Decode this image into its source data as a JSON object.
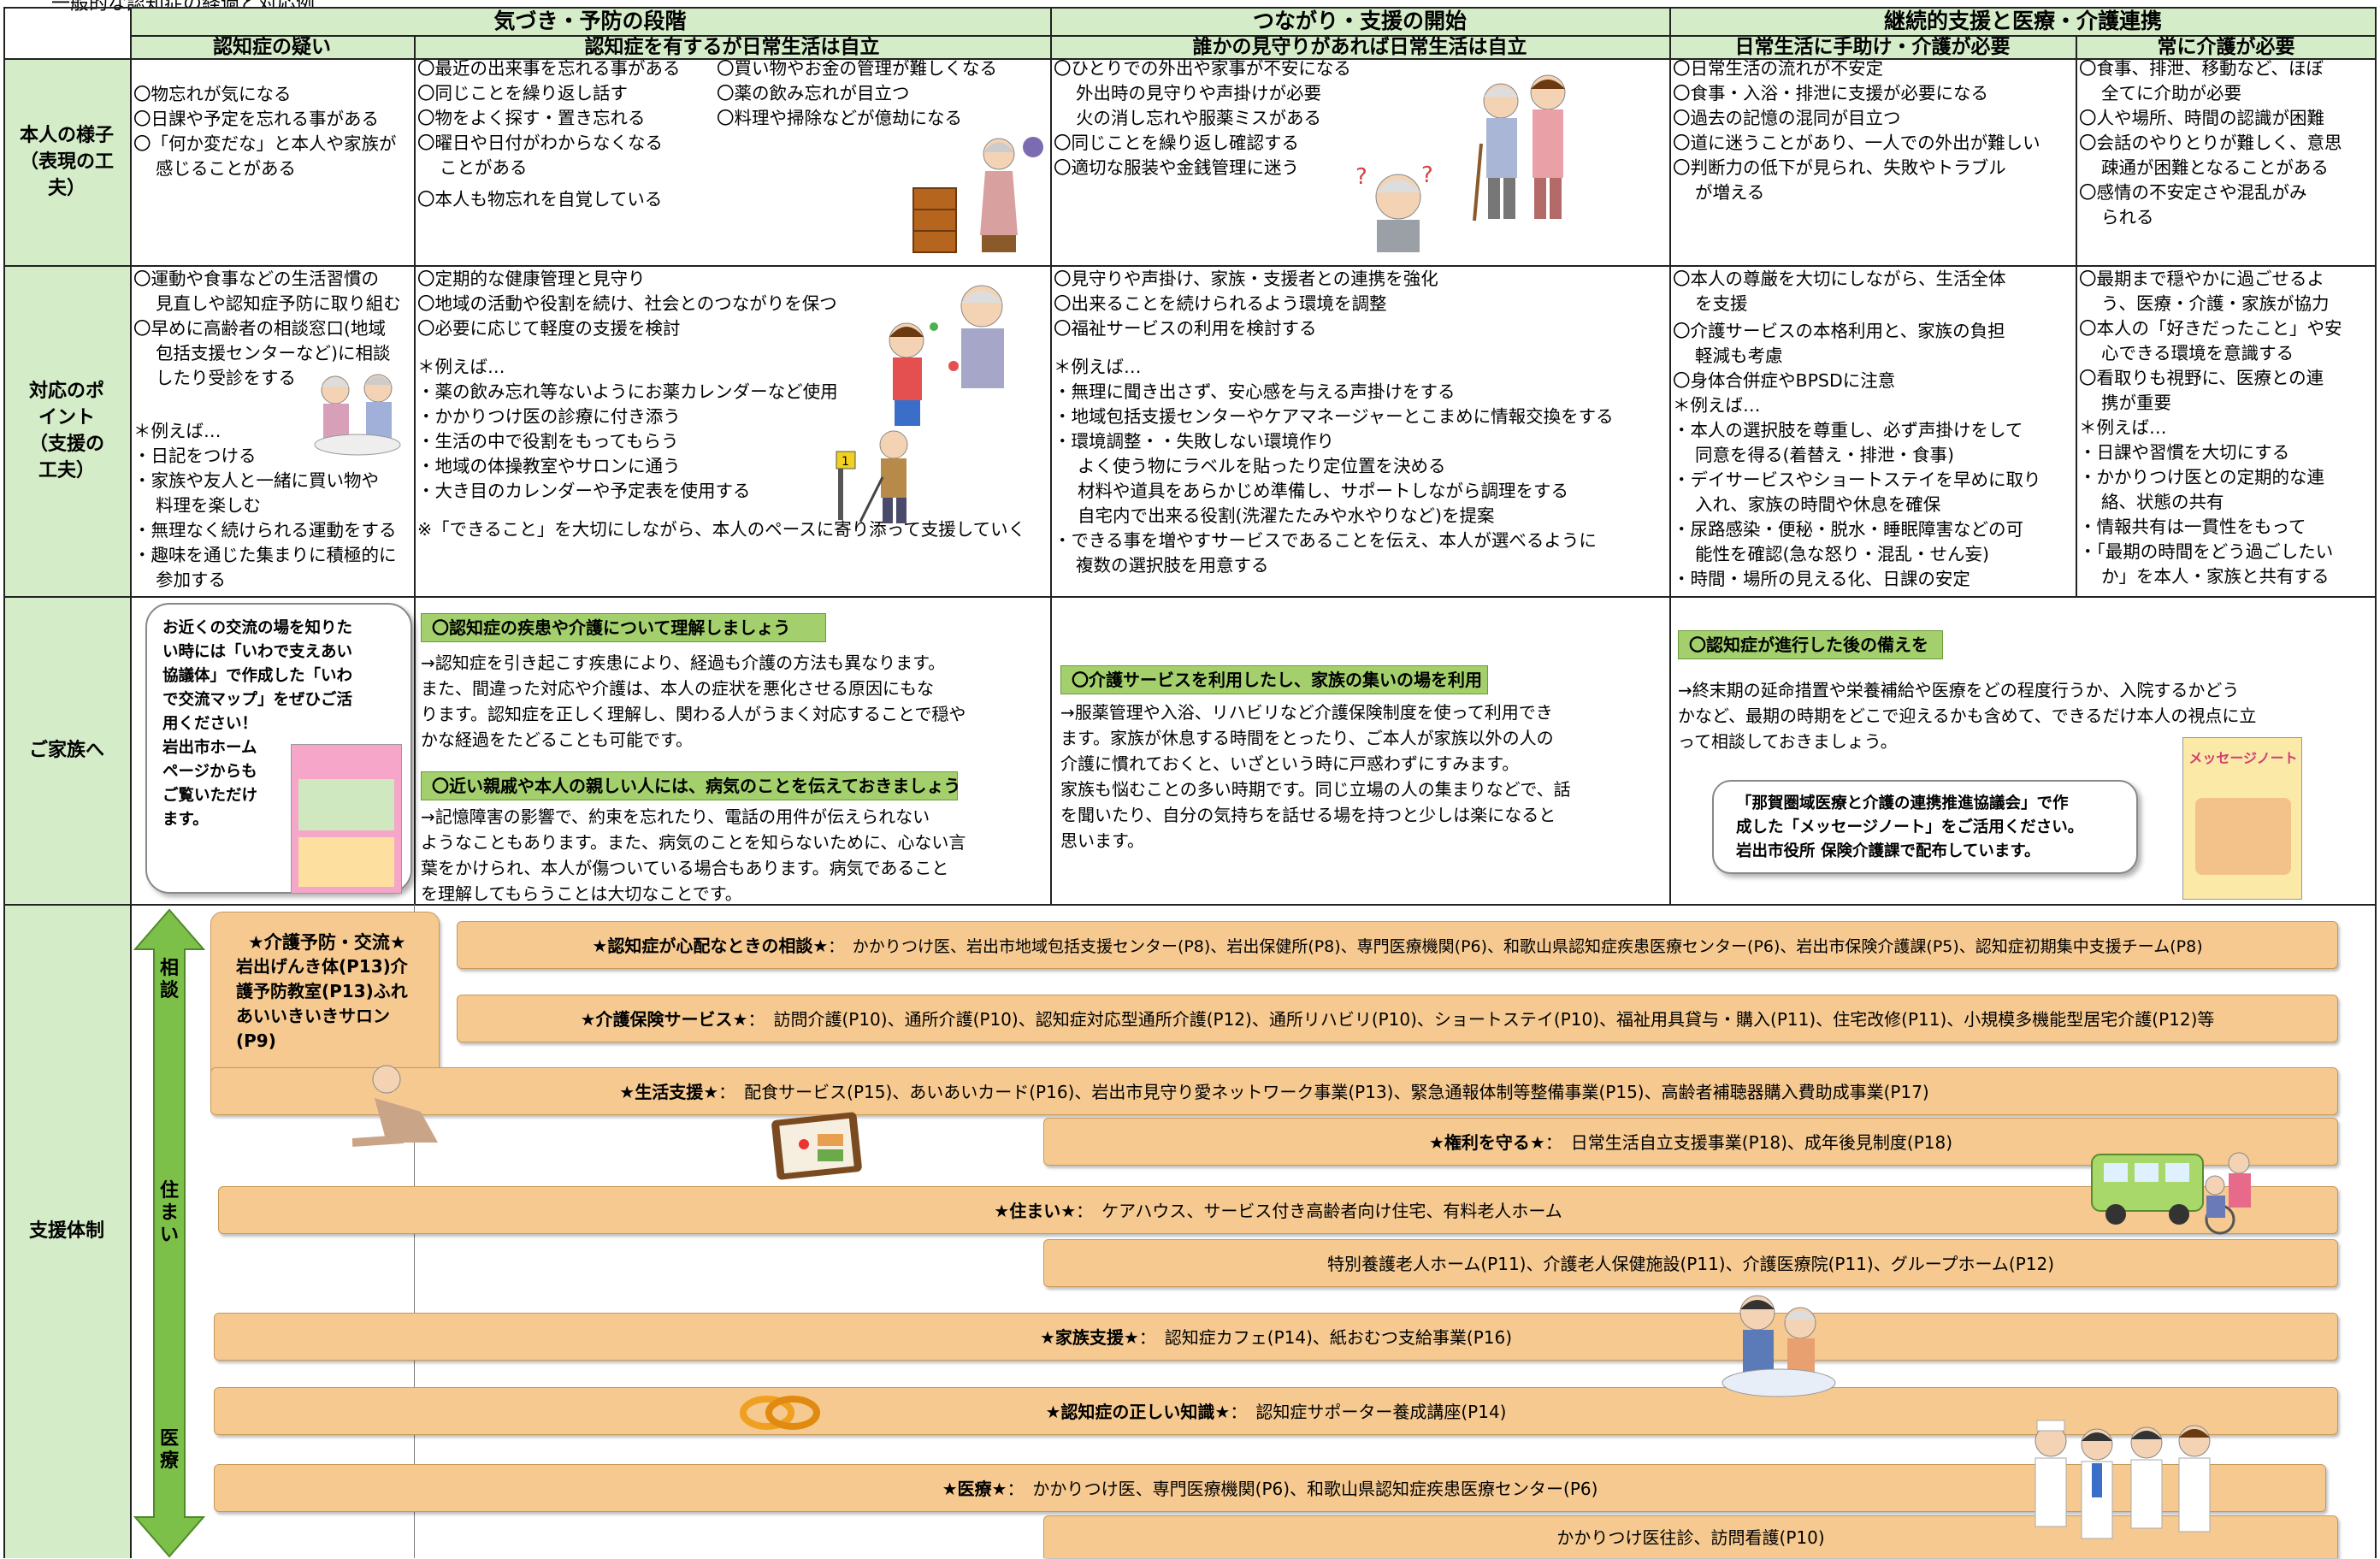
{
  "top_note": "一般的な認知症の経過と対応例",
  "header": {
    "stage1": "気づき・予防の段階",
    "stage2": "つながり・支援の開始",
    "stage3": "継続的支援と医療・介護連携",
    "sub1": "認知症の疑い",
    "sub2": "認知症を有するが日常生活は自立",
    "sub3": "誰かの見守りがあれば日常生活は自立",
    "sub4": "日常生活に手助け・介護が必要",
    "sub5": "常に介護が必要"
  },
  "rows": {
    "r1": "本人の様子（表現の工夫）",
    "r2": "対応のポイント（支援の工夫）",
    "r3": "ご家族へ",
    "r4": "支援体制"
  },
  "state": {
    "c1": [
      "〇物忘れが気になる",
      "〇日課や予定を忘れる事がある",
      "〇「何か変だな」と本人や家族が",
      "感じることがある"
    ],
    "c2a": [
      "〇最近の出来事を忘れる事がある",
      "〇同じことを繰り返し話す",
      "〇物をよく探す・置き忘れる",
      "〇曜日や日付がわからなくなる",
      "ことがある",
      "〇本人も物忘れを自覚している"
    ],
    "c2b": [
      "〇買い物やお金の管理が難しくなる",
      "〇薬の飲み忘れが目立つ",
      "〇料理や掃除などが億劫になる"
    ],
    "c3": [
      "〇ひとりでの外出や家事が不安になる",
      "外出時の見守りや声掛けが必要",
      "火の消し忘れや服薬ミスがある",
      "〇同じことを繰り返し確認する",
      "〇適切な服装や金銭管理に迷う"
    ],
    "c4": [
      "〇日常生活の流れが不安定",
      "〇食事・入浴・排泄に支援が必要になる",
      "〇過去の記憶の混同が目立つ",
      "〇道に迷うことがあり、一人での外出が難しい",
      "〇判断力の低下が見られ、失敗やトラブル",
      "が増える"
    ],
    "c5": [
      "〇食事、排泄、移動など、ほぼ",
      "全てに介助が必要",
      "〇人や場所、時間の認識が困難",
      "〇会話のやりとりが難しく、意思",
      "疎通が困難となることがある",
      "〇感情の不安定さや混乱がみ",
      "られる"
    ]
  },
  "point": {
    "c1": [
      "〇運動や食事などの生活習慣の",
      "見直しや認知症予防に取り組む",
      "〇早めに高齢者の相談窓口(地域",
      "包括支援センターなど)に相談",
      "したり受診をする",
      "＊例えば…",
      "・日記をつける",
      "・家族や友人と一緒に買い物や",
      "料理を楽しむ",
      "・無理なく続けられる運動をする",
      "・趣味を通じた集まりに積極的に",
      "参加する"
    ],
    "c2": [
      "〇定期的な健康管理と見守り",
      "〇地域の活動や役割を続け、社会とのつながりを保つ",
      "〇必要に応じて軽度の支援を検討",
      "＊例えば…",
      "・薬の飲み忘れ等ないようにお薬カレンダーなど使用",
      "・かかりつけ医の診療に付き添う",
      "・生活の中で役割をもってもらう",
      "・地域の体操教室やサロンに通う",
      "・大き目のカレンダーや予定表を使用する",
      "※「できること」を大切にしながら、本人のペースに寄り添って支援していく"
    ],
    "c3": [
      "〇見守りや声掛け、家族・支援者との連携を強化",
      "〇出来ることを続けられるよう環境を調整",
      "〇福祉サービスの利用を検討する",
      "＊例えば…",
      "・無理に聞き出さず、安心感を与える声掛けをする",
      "・地域包括支援センターやケアマネージャーとこまめに情報交換をする",
      "・環境調整・・失敗しない環境作り",
      "よく使う物にラベルを貼ったり定位置を決める",
      "材料や道具をあらかじめ準備し、サポートしながら調理をする",
      "自宅内で出来る役割(洗濯たたみや水やりなど)を提案",
      "・できる事を増やすサービスであることを伝え、本人が選べるように",
      "複数の選択肢を用意する"
    ],
    "c4": [
      "〇本人の尊厳を大切にしながら、生活全体",
      "を支援",
      "〇介護サービスの本格利用と、家族の負担",
      "軽減も考慮",
      "〇身体合併症やBPSDに注意",
      "＊例えば…",
      "・本人の選択肢を尊重し、必ず声掛けをして",
      "同意を得る(着替え・排泄・食事)",
      "・デイサービスやショートステイを早めに取り",
      "入れ、家族の時間や休息を確保",
      "・尿路感染・便秘・脱水・睡眠障害などの可",
      "能性を確認(急な怒り・混乱・せん妄)",
      "・時間・場所の見える化、日課の安定"
    ],
    "c5": [
      "〇最期まで穏やかに過ごせるよ",
      "う、医療・介護・家族が協力",
      "〇本人の「好きだったこと」や安",
      "心できる環境を意識する",
      "〇看取りも視野に、医療との連",
      "携が重要",
      "＊例えば…",
      "・日課や習慣を大切にする",
      "・かかりつけ医との定期的な連",
      "絡、状態の共有",
      "・情報共有は一貫性をもって",
      "・「最期の時間をどう過ごしたい",
      "か」を本人・家族と共有する"
    ]
  },
  "family": {
    "bubble1": [
      "お近くの交流の場を知りた",
      "い時には「いわで支えあい",
      "協議体」で作成した「いわ",
      "で交流マップ」をぜひご活",
      "用ください！",
      "岩出市ホーム",
      "ページからも",
      "ご覧いただけ",
      "ます。"
    ],
    "tag1": "〇認知症の疾患や介護について理解しましょう",
    "text1": [
      "→認知症を引き起こす疾患により、経過も介護の方法も異なります。",
      "また、間違った対応や介護は、本人の症状を悪化させる原因にもな",
      "ります。認知症を正しく理解し、関わる人がうまく対応することで穏や",
      "かな経過をたどることも可能です。"
    ],
    "tag2": "〇近い親戚や本人の親しい人には、病気のことを伝えておきましょう",
    "text2": [
      "→記憶障害の影響で、約束を忘れたり、電話の用件が伝えられない",
      "ようなこともあります。また、病気のことを知らないために、心ない言",
      "葉をかけられ、本人が傷ついている場合もあります。病気であること",
      "を理解してもらうことは大切なことです。"
    ],
    "tag3": "〇介護サービスを利用したし、家族の集いの場を利用",
    "text3": [
      "→服薬管理や入浴、リハビリなど介護保険制度を使って利用でき",
      "ます。家族が休息する時間をとったり、ご本人が家族以外の人の",
      "介護に慣れておくと、いざという時に戸惑わずにすみます。",
      "家族も悩むことの多い時期です。同じ立場の人の集まりなどで、話",
      "を聞いたり、自分の気持ちを話せる場を持つと少しは楽になると",
      "思います。"
    ],
    "tag4": "〇認知症が進行した後の備えを",
    "text4": [
      "→終末期の延命措置や栄養補給や医療をどの程度行うか、入院するかどう",
      "かなど、最期の時期をどこで迎えるかも含めて、できるだけ本人の視点に立",
      "って相談しておきましょう。"
    ],
    "bubble2": [
      "「那賀圏域医療と介護の連携推進協議会」で作",
      "成した「メッセージノート」をご活用ください。",
      "岩出市役所 保険介護課で配布しています。"
    ],
    "notebook_title": "メッセージノート"
  },
  "support": {
    "arrow_labels": [
      "相談",
      "住まい",
      "医療"
    ],
    "yobo_title": "★介護予防・交流★",
    "yobo_lines": [
      "岩出げんき体(P13)介",
      "護予防教室(P13)ふれ",
      "あいいきいきサロン",
      "(P9)"
    ],
    "bars": [
      {
        "title": "★認知症が心配なときの相談★",
        "body": "：　かかりつけ医、岩出市地域包括支援センター(P8)、岩出保健所(P8)、専門医療機関(P6)、和歌山県認知症疾患医療センター(P6)、岩出市保険介護課(P5)、認知症初期集中支援チーム(P8)"
      },
      {
        "title": "★介護保険サービス★",
        "body": "：　訪問介護(P10)、通所介護(P10)、認知症対応型通所介護(P12)、通所リハビリ(P10)、ショートステイ(P10)、福祉用具貸与・購入(P11)、住宅改修(P11)、小規模多機能型居宅介護(P12)等"
      },
      {
        "title": "★生活支援★",
        "body": "：　配食サービス(P15)、あいあいカード(P16)、岩出市見守り愛ネットワーク事業(P13)、緊急通報体制等整備事業(P15)、高齢者補聴器購入費助成事業(P17)"
      },
      {
        "title": "★権利を守る★",
        "body": "：　日常生活自立支援事業(P18)、成年後見制度(P18)"
      },
      {
        "title": "★住まい★",
        "body": "：　ケアハウス、サービス付き高齢者向け住宅、有料老人ホーム"
      },
      {
        "title": "",
        "body": "特別養護老人ホーム(P11)、介護老人保健施設(P11)、介護医療院(P11)、グループホーム(P12)"
      },
      {
        "title": "★家族支援★",
        "body": "：　認知症カフェ(P14)、紙おむつ支給事業(P16)"
      },
      {
        "title": "★認知症の正しい知識★",
        "body": "：　認知症サポーター養成講座(P14)"
      },
      {
        "title": "★医療★",
        "body": "：　かかりつけ医、専門医療機関(P6)、和歌山県認知症疾患医療センター(P6)"
      },
      {
        "title": "",
        "body": "かかりつけ医往診、訪問看護(P10)"
      }
    ]
  },
  "colors": {
    "header_green": "#d4ecc8",
    "tag_green": "#a3d06c",
    "bar_orange": "#f5c990",
    "arrow_green": "#7cc04a"
  }
}
